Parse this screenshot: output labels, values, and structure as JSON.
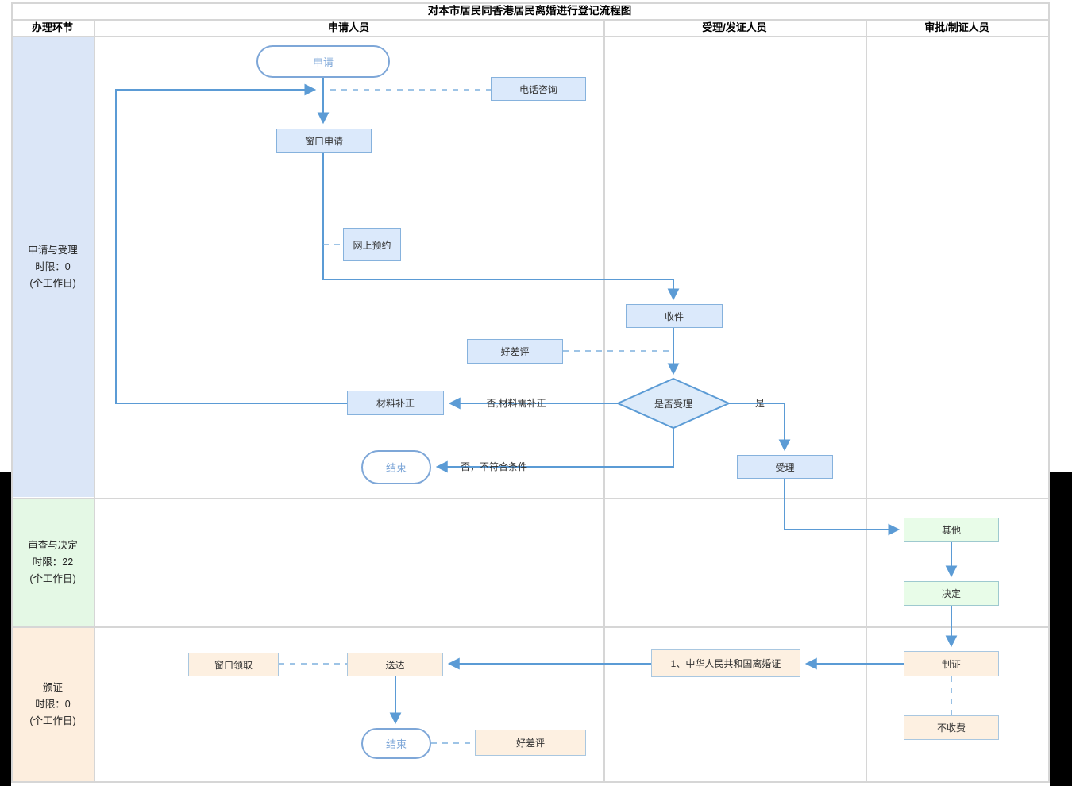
{
  "title": "对本市居民同香港居民离婚进行登记流程图",
  "header": {
    "stage": "办理环节",
    "applicant": "申请人员",
    "acceptor": "受理/发证人员",
    "approver": "审批/制证人员"
  },
  "lanes": {
    "lane1": {
      "name": "申请与受理",
      "limit": "时限：0",
      "unit": "(个工作日)"
    },
    "lane2": {
      "name": "审查与决定",
      "limit": "时限：22",
      "unit": "(个工作日)"
    },
    "lane3": {
      "name": "颁证",
      "limit": "时限：0",
      "unit": "(个工作日)"
    }
  },
  "nodes": {
    "start": "申请",
    "phone_consult": "电话咨询",
    "window_apply": "窗口申请",
    "online_booking": "网上预约",
    "receive": "收件",
    "review_top": "好差评",
    "decision": "是否受理",
    "material_fix": "材料补正",
    "end_top": "结束",
    "accept": "受理",
    "other": "其他",
    "decide": "决定",
    "make_cert": "制证",
    "certificate": "1、中华人民共和国离婚证",
    "deliver": "送达",
    "window_pickup": "窗口领取",
    "end_bottom": "结束",
    "review_bottom": "好差评",
    "no_fee": "不收费"
  },
  "edge_labels": {
    "no_material": "否,材料需补正",
    "no_condition": "否，不符合条件",
    "yes": "是"
  },
  "colors": {
    "flow_line": "#5b9bd5",
    "dashed_line": "#7fb0de",
    "lane1_fill": "#dbe6f7",
    "lane2_fill": "#e4f8e5",
    "lane3_fill": "#fdeede",
    "node_blue_fill": "#dbe9fb",
    "node_blue_border": "#86b2dd",
    "node_green_fill": "#e8fce8",
    "node_orange_fill": "#fdf0e1",
    "diamond_fill": "#ddebfa",
    "pill_border": "#7ea7d8",
    "grid_line": "#d6d6d6"
  }
}
